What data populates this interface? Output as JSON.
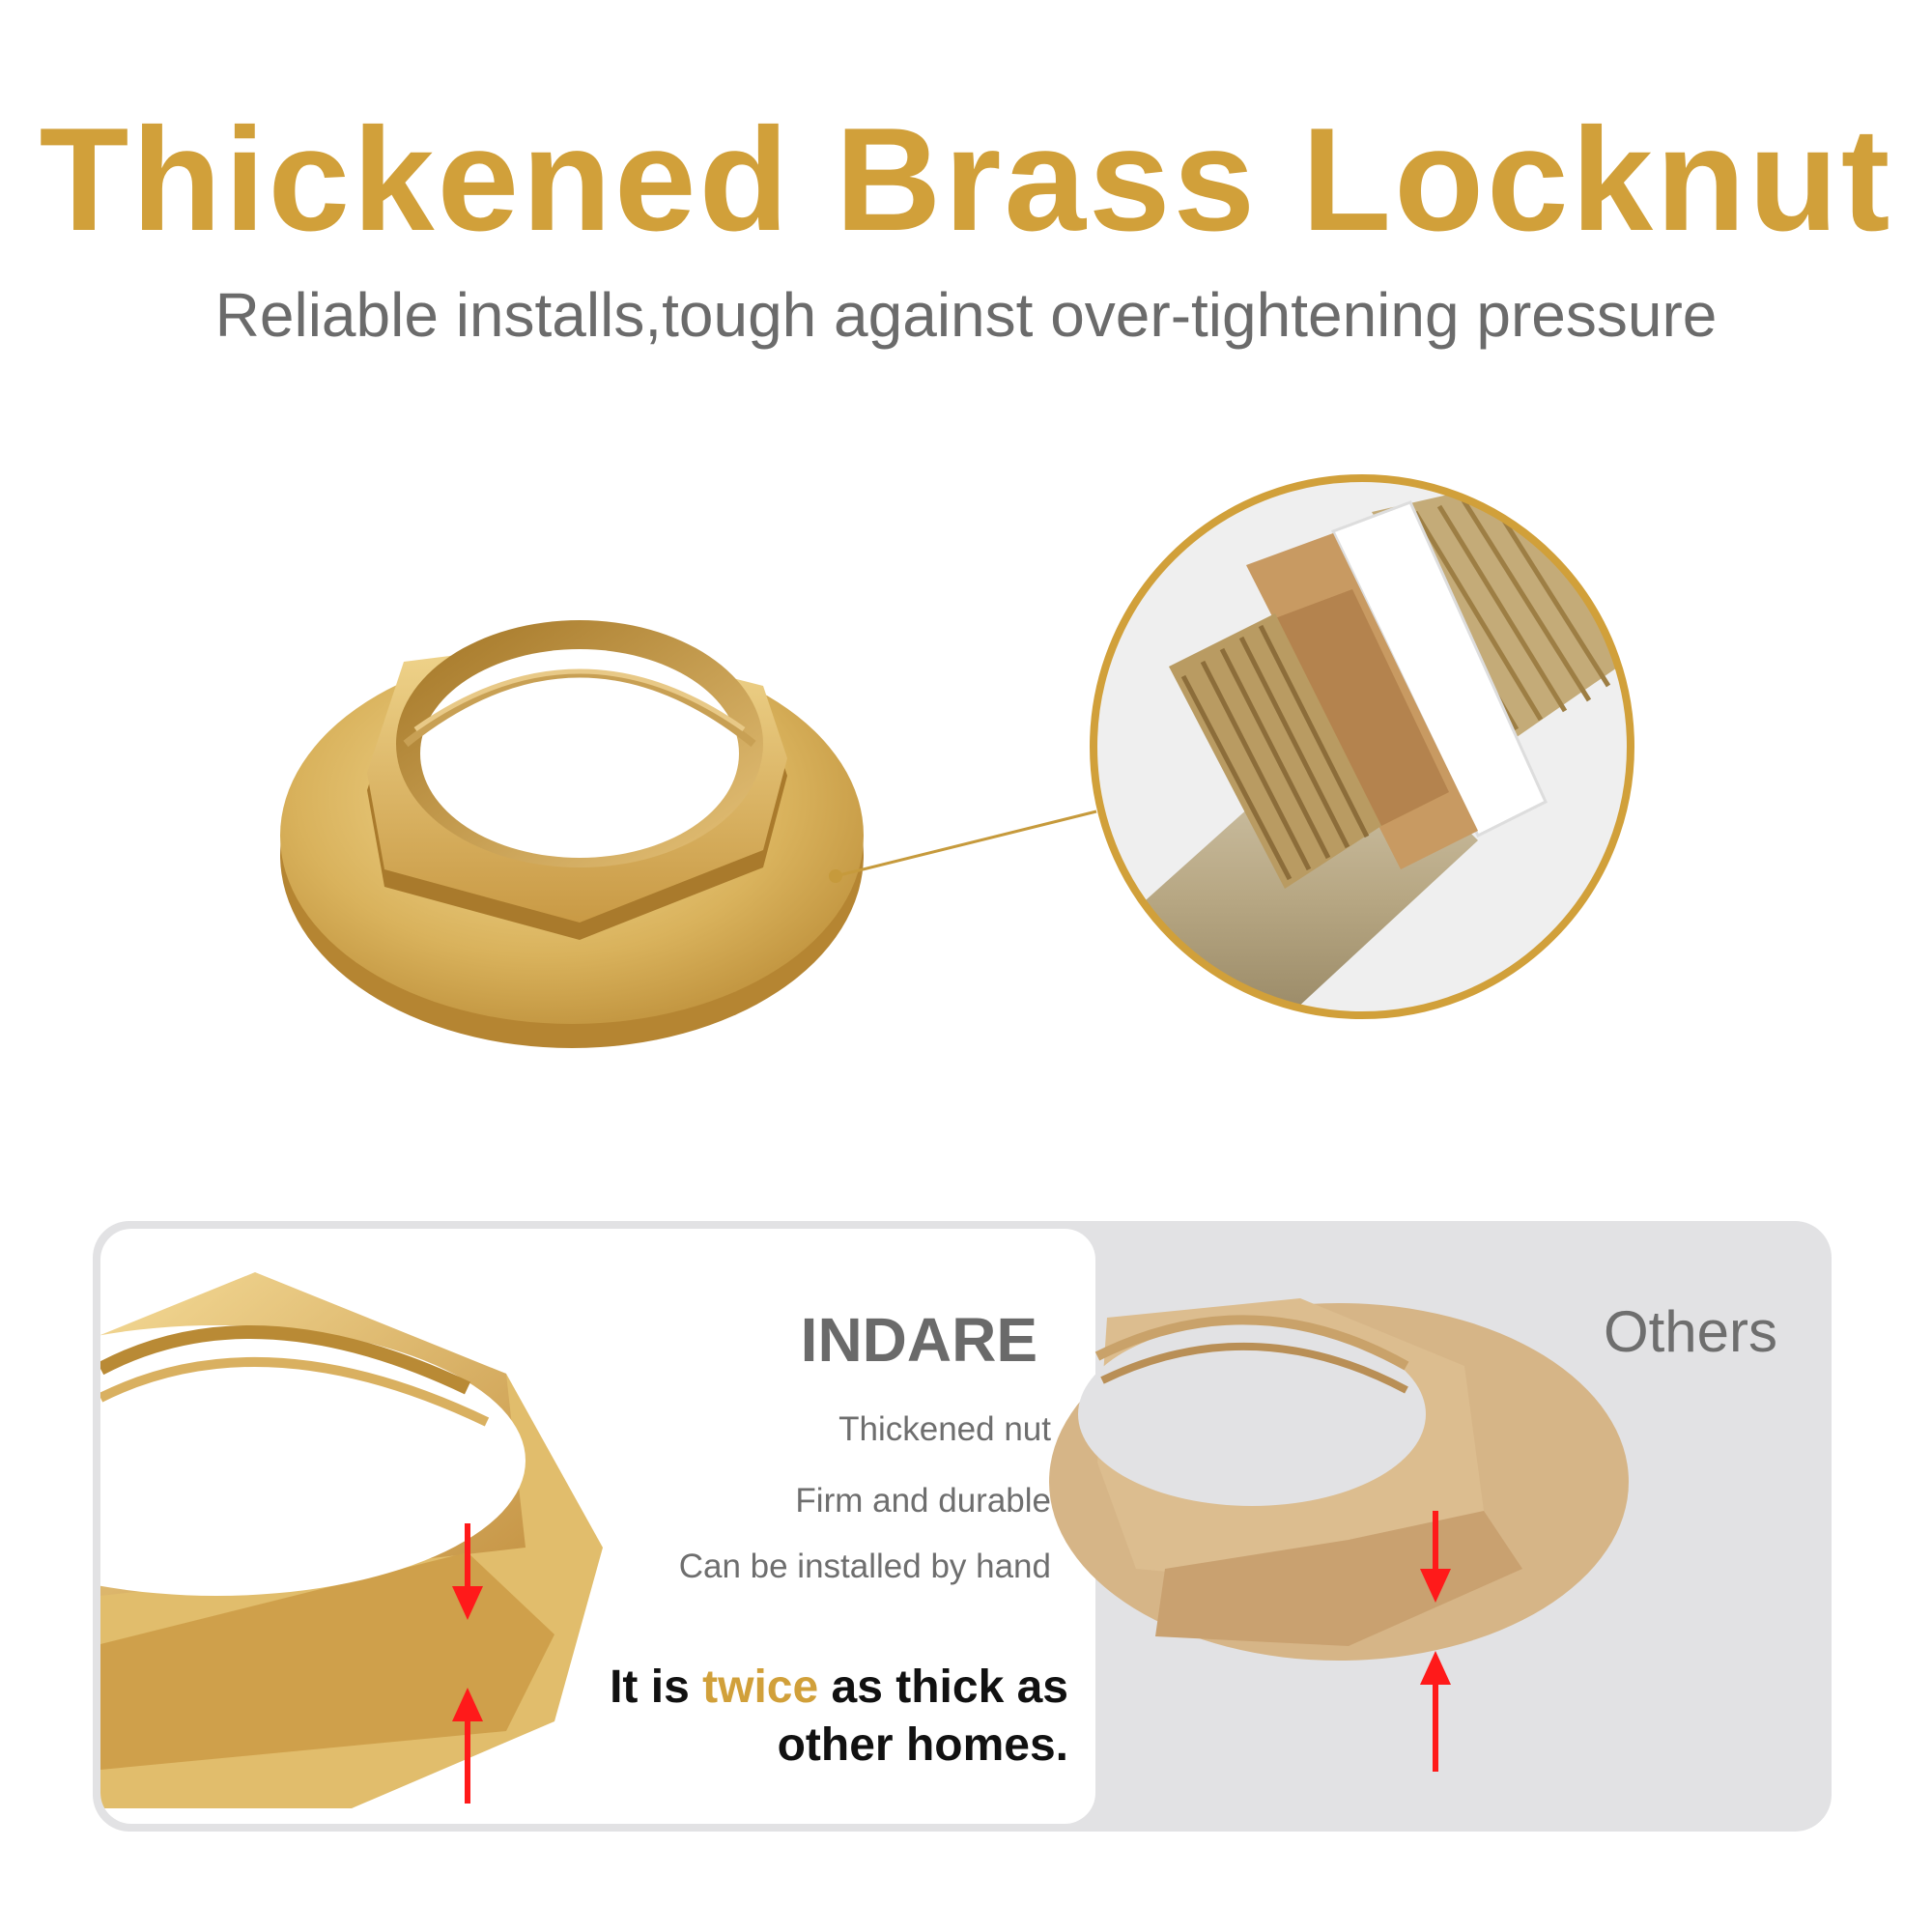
{
  "header": {
    "title": "Thickened Brass Locknut",
    "subtitle": "Reliable installs,tough against over-tightening pressure"
  },
  "comparison": {
    "left": {
      "brand": "INDARE",
      "features": [
        "Thickened nut",
        "Firm and durable",
        "Can be installed by hand"
      ],
      "claim_prefix": "It is ",
      "claim_highlight": "twice",
      "claim_suffix_line1": " as thick as",
      "claim_line2": "other homes."
    },
    "right": {
      "label": "Others"
    }
  },
  "colors": {
    "accent_gold": "#d1a03a",
    "arrow_red": "#ff1a1a",
    "panel_gray": "#e2e2e4"
  }
}
